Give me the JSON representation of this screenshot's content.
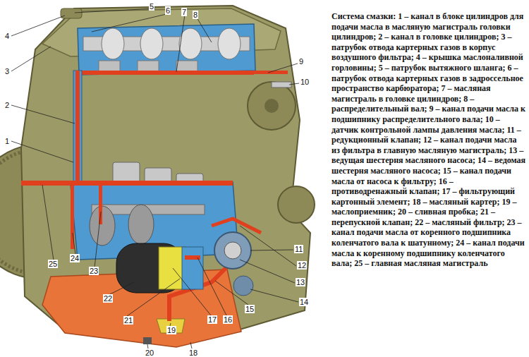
{
  "diagram": {
    "caption": "Система смазки: 1 – канал в блоке цилиндров для подачи масла в масляную магистраль головки цилиндров; 2 – канал в головке цилиндров; 3 – патрубок отвода картерных газов в корпус воздушного фильтра; 4 – крышка маслоналивной горловины; 5 – патрубок вытяжного шланга; 6 – патрубок отвода картерных газов в задроссельное пространство карбюратора; 7 – масляная магистраль в головке цилиндров; 8 – распределительный вал; 9 – канал подачи масла к подшипнику распределительного вала; 10 – датчик контрольной лампы давления масла; 11 – редукционный клапан; 12 – канал подачи масла из фильтра в главную масляную магистраль; 13 – ведущая шестерня масляного насоса; 14 – ведомая шестерня масляного насоса; 15 – канал подачи масла от насоса к фильтру; 16 – противодренажный клапан; 17 – фильтрующий картонный элемент; 18 – масляный картер; 19 – маслоприемник; 20 – сливная пробка; 21 – перепускной клапан; 22 – масляный фильтр; 23 – канал подачи масла от коренного подшипника коленчатого вала к шатунному; 24 – канал подачи масла к коренному подшипнику коленчатого вала; 25 – главная масляная магистраль",
    "labels": [
      "1",
      "2",
      "3",
      "4",
      "5",
      "6",
      "7",
      "8",
      "9",
      "10",
      "11",
      "12",
      "13",
      "14",
      "15",
      "16",
      "17",
      "18",
      "19",
      "20",
      "21",
      "22",
      "23",
      "24",
      "25"
    ]
  }
}
